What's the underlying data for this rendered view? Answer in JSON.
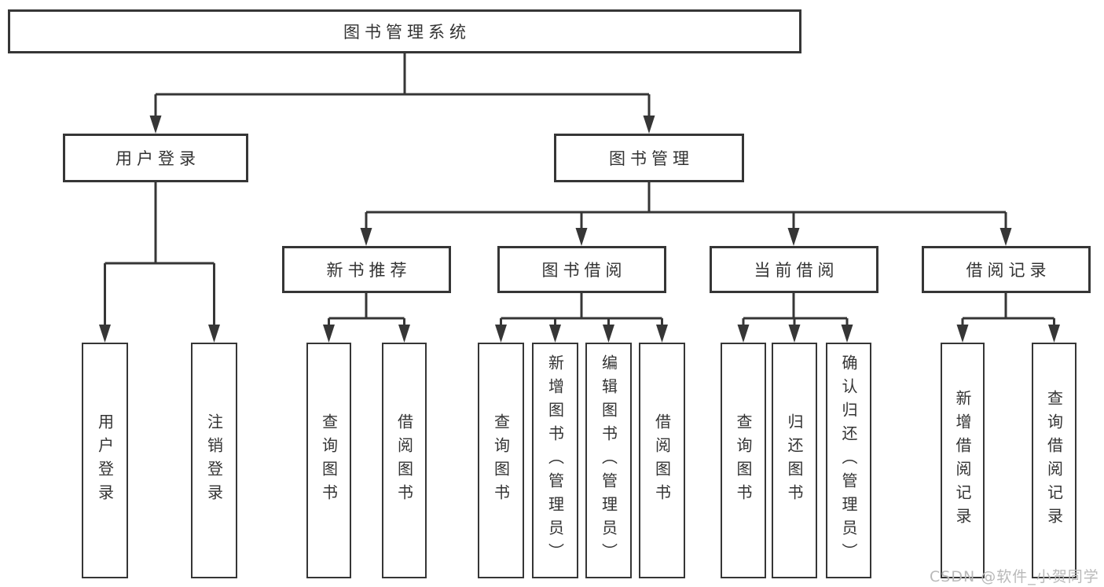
{
  "colors": {
    "line": "#363636",
    "text": "#333333",
    "watermark": "#b9b9b9",
    "background": "#ffffff"
  },
  "nodes": {
    "root": {
      "label": "图书管理系统"
    },
    "level2": [
      {
        "label": "用户登录"
      },
      {
        "label": "图书管理"
      }
    ],
    "level3": [
      {
        "label": "新书推荐"
      },
      {
        "label": "图书借阅"
      },
      {
        "label": "当前借阅"
      },
      {
        "label": "借阅记录"
      }
    ],
    "leaves": {
      "user_login": [
        {
          "label": "用户登录"
        },
        {
          "label": "注销登录"
        }
      ],
      "new_book_recommend": [
        {
          "label": "查询图书"
        },
        {
          "label": "借阅图书"
        }
      ],
      "book_borrowing": [
        {
          "label": "查询图书"
        },
        {
          "label": "新增图书（管理员）"
        },
        {
          "label": "编辑图书（管理员）"
        },
        {
          "label": "借阅图书"
        }
      ],
      "current_borrowing": [
        {
          "label": "查询图书"
        },
        {
          "label": "归还图书"
        },
        {
          "label": "确认归还（管理员）"
        }
      ],
      "borrowing_records": [
        {
          "label": "新增借阅记录"
        },
        {
          "label": "查询借阅记录"
        }
      ]
    }
  },
  "watermark": {
    "text": "CSDN @软件_小贺同学"
  }
}
